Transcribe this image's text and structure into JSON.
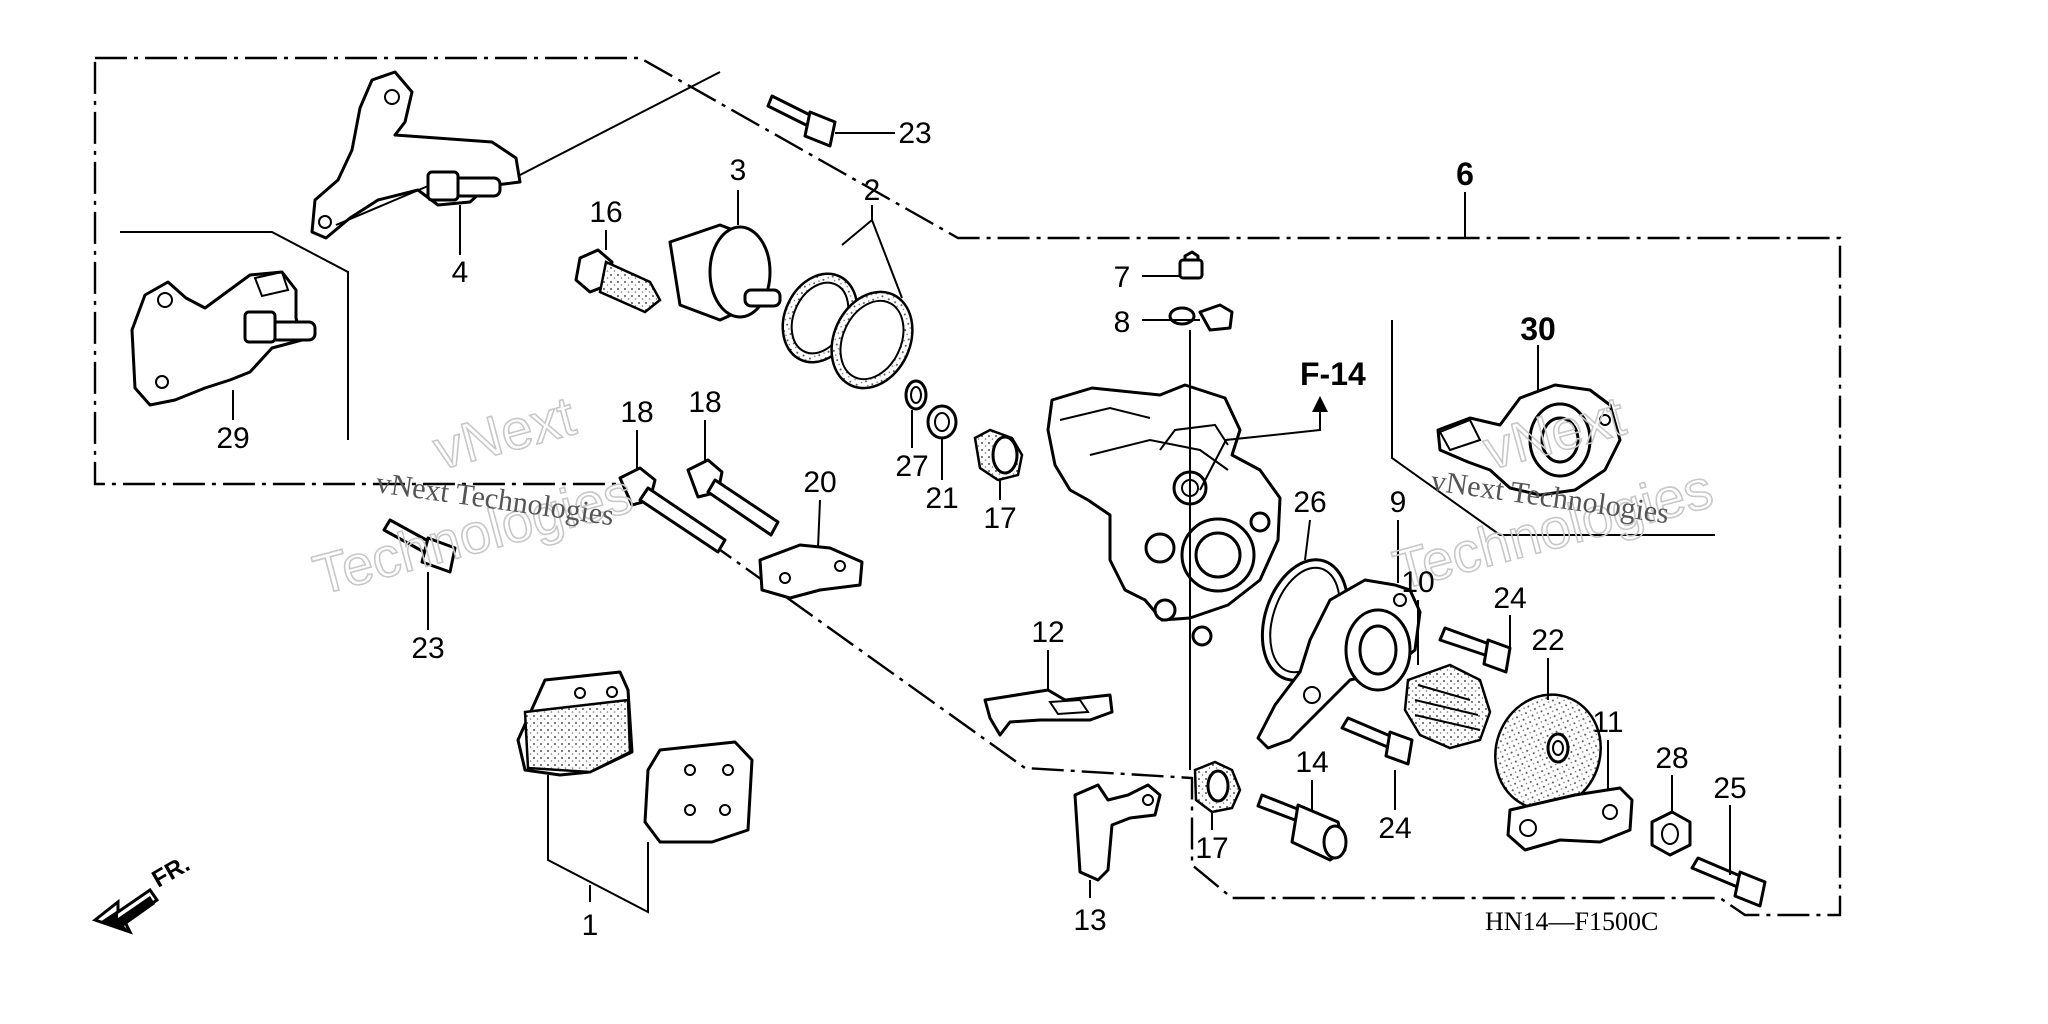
{
  "diagram": {
    "code": "HN14—F1500C",
    "ref_label": "F-14",
    "front_label": "FR.",
    "watermark_line1": "vNext Technologies",
    "watermark_line2a": "vNext",
    "watermark_line2b": "Technologies",
    "callouts": {
      "c1": "1",
      "c2": "2",
      "c3": "3",
      "c4": "4",
      "c6": "6",
      "c7": "7",
      "c8": "8",
      "c9": "9",
      "c10": "10",
      "c11": "11",
      "c12": "12",
      "c13": "13",
      "c14": "14",
      "c16": "16",
      "c17a": "17",
      "c17b": "17",
      "c18a": "18",
      "c18b": "18",
      "c20": "20",
      "c21": "21",
      "c22": "22",
      "c23a": "23",
      "c23b": "23",
      "c24a": "24",
      "c24b": "24",
      "c25": "25",
      "c26": "26",
      "c27": "27",
      "c28": "28",
      "c29": "29",
      "c30": "30"
    }
  }
}
